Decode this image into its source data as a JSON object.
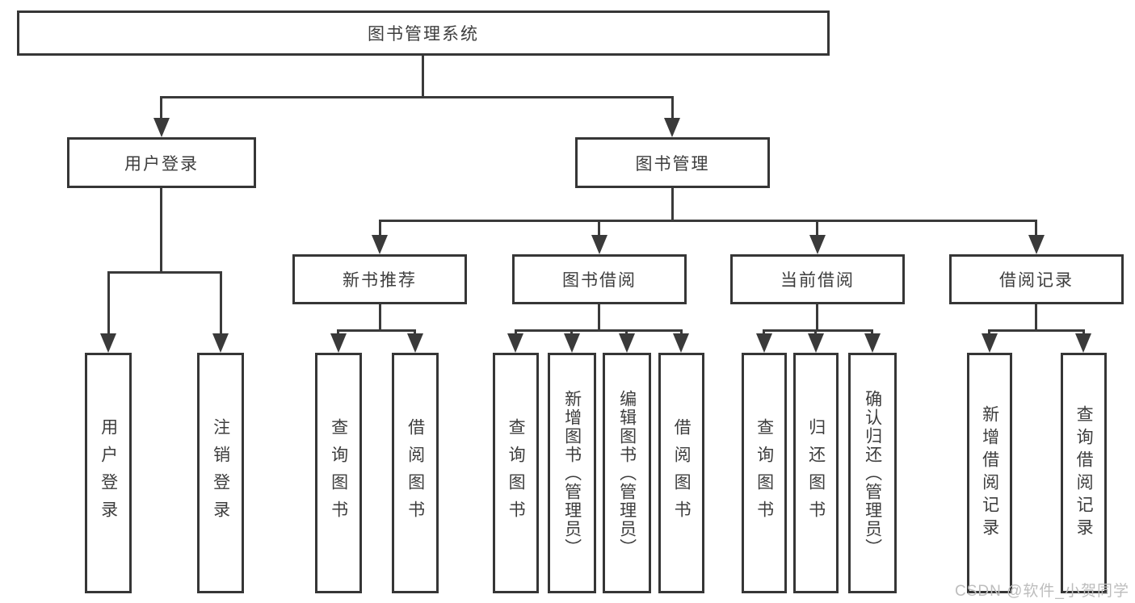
{
  "diagram": {
    "root": "图书管理系统",
    "branches": [
      {
        "label": "用户登录",
        "children": [
          {
            "label": "用户登录"
          },
          {
            "label": "注销登录"
          }
        ]
      },
      {
        "label": "图书管理",
        "children": [
          {
            "label": "新书推荐",
            "children": [
              {
                "label": "查询图书"
              },
              {
                "label": "借阅图书"
              }
            ]
          },
          {
            "label": "图书借阅",
            "children": [
              {
                "label": "查询图书"
              },
              {
                "label": "新增图书（管理员）"
              },
              {
                "label": "编辑图书（管理员）"
              },
              {
                "label": "借阅图书"
              }
            ]
          },
          {
            "label": "当前借阅",
            "children": [
              {
                "label": "查询图书"
              },
              {
                "label": "归还图书"
              },
              {
                "label": "确认归还（管理员）"
              }
            ]
          },
          {
            "label": "借阅记录",
            "children": [
              {
                "label": "新增借阅记录"
              },
              {
                "label": "查询借阅记录"
              }
            ]
          }
        ]
      }
    ]
  },
  "watermark": "CSDN @软件_小贺同学",
  "colors": {
    "line": "#3a3a3a",
    "box_border": "#363636",
    "text": "#3d3d3d",
    "watermark": "#bdbdbd",
    "background": "#ffffff"
  }
}
